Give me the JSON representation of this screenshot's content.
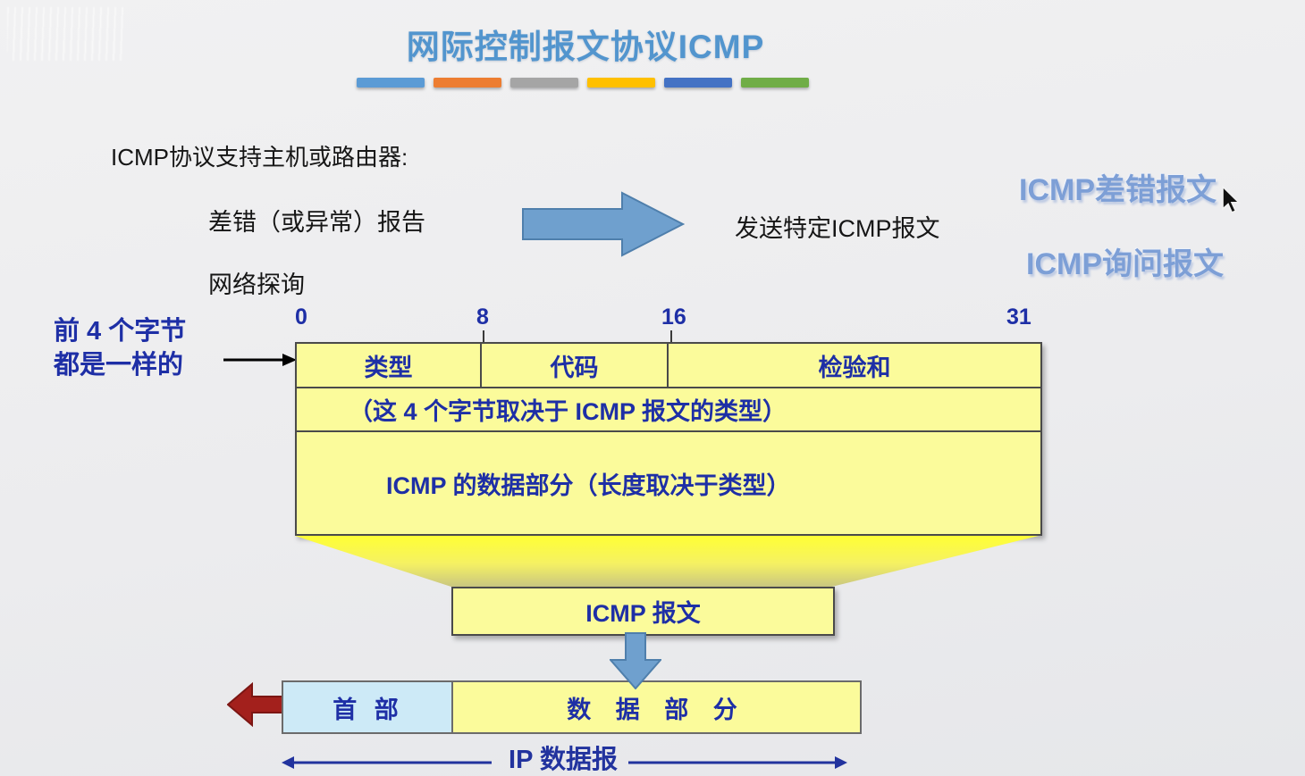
{
  "title": "网际控制报文协议ICMP",
  "accent_bars": [
    "#5B9BD5",
    "#ED7D31",
    "#A5A5A5",
    "#FFC000",
    "#4472C4",
    "#70AD47"
  ],
  "intro": {
    "heading": "ICMP协议支持主机或路由器:",
    "bullet_error_report": "差错（或异常）报告",
    "bullet_network_probe": "网络探询",
    "result": "发送特定ICMP报文"
  },
  "message_types": {
    "error": "ICMP差错报文",
    "query": "ICMP询问报文"
  },
  "packet_diagram": {
    "annotation_line1": "前 4 个字节",
    "annotation_line2": "都是一样的",
    "bit_labels": {
      "b0": "0",
      "b8": "8",
      "b16": "16",
      "b31": "31"
    },
    "header_cells": {
      "type": "类型",
      "code": "代码",
      "checksum": "检验和"
    },
    "row_depends": "（这 4 个字节取决于 ICMP 报文的类型）",
    "row_data": "ICMP 的数据部分（长度取决于类型）",
    "funnel_label": "ICMP 报文"
  },
  "ip_datagram": {
    "header": "首 部",
    "data": "数 据 部 分",
    "label": "IP 数据报"
  },
  "colors": {
    "title_blue": "#5B9BD5",
    "table_yellow": "#FBFB9B",
    "header_lightblue": "#CDEAF7",
    "deep_blue_text": "#1E2FA6",
    "arrow_blue": "#6FA0CE",
    "arrow_red": "#A3201C",
    "navy": "#22339E"
  }
}
